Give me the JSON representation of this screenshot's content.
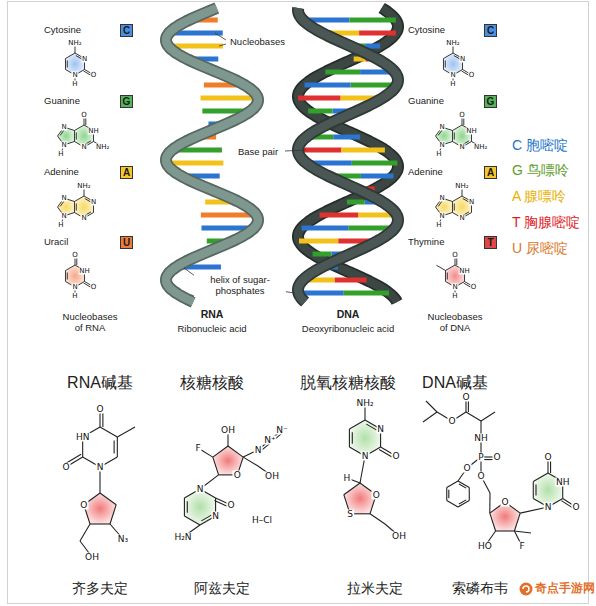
{
  "diagram": {
    "nodes": [
      {
        "text": [
          "C"
        ]
      },
      {
        "text": [
          "G"
        ]
      },
      {
        "text": [
          "A"
        ]
      },
      {
        "text": [
          "U"
        ]
      },
      {
        "text": [
          "C"
        ]
      },
      {
        "text": [
          "G"
        ]
      },
      {
        "text": [
          "A"
        ]
      },
      {
        "text": [
          "T"
        ]
      }
    ],
    "labels": [
      "Cytosine",
      "Guanine",
      "Adenine",
      "Uracil",
      "Nucleobases of RNA",
      "Nucleobases",
      "Base pair",
      "helix of sugar-phosphates",
      "RNA",
      "Ribonucleic acid",
      "DNA",
      "Deoxyribonucleic acid",
      "Cytosine",
      "Guanine",
      "Adenine",
      "Thymine",
      "Nucleobases of DNA",
      "C 胞嘧啶",
      "G 鸟嘌呤",
      "A 腺嘌呤",
      "T 胸腺嘧啶",
      "U 尿嘧啶",
      "RNA碱基",
      "核糖核酸",
      "脱氧核糖核酸",
      "DNA碱基",
      "齐多夫定",
      "阿兹夫定",
      "拉米夫定",
      "索磷布韦",
      "奇点手游网",
      "NH₂",
      "N",
      "O",
      "N",
      "H",
      "O",
      "NH",
      "NH₂",
      "N",
      "N",
      "N",
      "H",
      "NH₂",
      "N",
      "N",
      "N",
      "N",
      "H",
      "O",
      "NH",
      "O",
      "N",
      "H",
      "NH₂",
      "N",
      "O",
      "N",
      "H",
      "O",
      "NH",
      "NH₂",
      "N",
      "N",
      "N",
      "H",
      "NH₂",
      "N",
      "N",
      "N",
      "N",
      "H",
      "O",
      "NH",
      "O",
      "N",
      "H",
      "O",
      "HN",
      "O",
      "N",
      "O",
      "N₃",
      "OH",
      "N",
      "O",
      "N",
      "H₂N",
      "O",
      "OH",
      "F",
      "N",
      "N⁺",
      "N⁻",
      "OH",
      "H–Cl",
      "NH₂",
      "N",
      "O",
      "N",
      "O",
      "S",
      "H",
      "OH",
      "O",
      "O",
      "NH",
      "P",
      "O",
      "O",
      "O",
      "O",
      "F",
      "HO",
      "O",
      "NH",
      "O",
      "N"
    ]
  }
}
